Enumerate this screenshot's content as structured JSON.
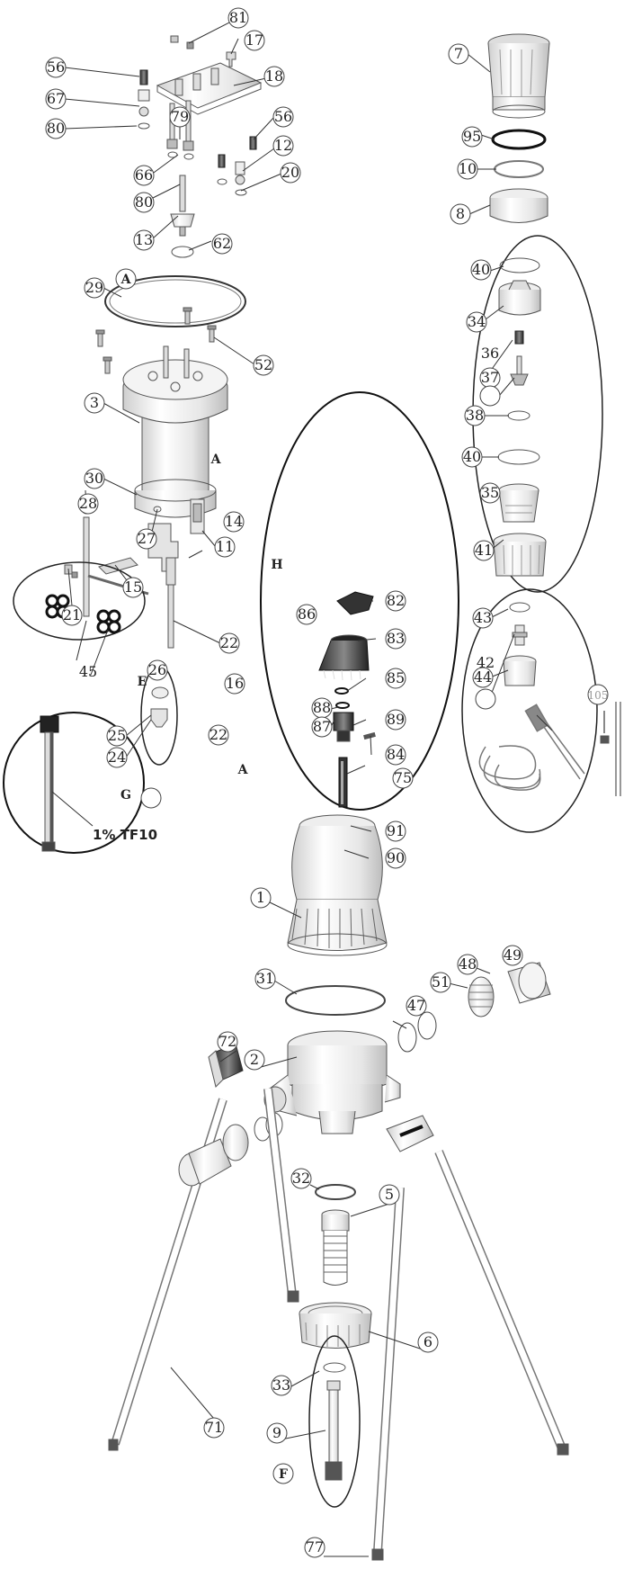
{
  "groups": {
    "a_top": "A",
    "a_mid": "A",
    "a_g": "A",
    "e": "E",
    "f": "F",
    "g": "G",
    "h": "H"
  },
  "detail_text": "1% TF10",
  "callouts": {
    "c81": "81",
    "c17": "17",
    "c18": "18",
    "c56a": "56",
    "c67": "67",
    "c80a": "80",
    "c79": "79",
    "c66": "66",
    "c80b": "80",
    "c56b": "56",
    "c12": "12",
    "c20": "20",
    "c13": "13",
    "c62": "62",
    "c29": "29",
    "c52": "52",
    "c3": "3",
    "c30": "30",
    "c28": "28",
    "c27": "27",
    "c14": "14",
    "c21": "21",
    "c15": "15",
    "c11": "11",
    "c22a": "22",
    "c16": "16",
    "c26": "26",
    "c45": "45",
    "c25": "25",
    "c24": "24",
    "c22b": "22",
    "c7": "7",
    "c95": "95",
    "c10": "10",
    "c8": "8",
    "c40a": "40",
    "c34": "34",
    "c37": "37",
    "c36": "36",
    "c38": "38",
    "c40b": "40",
    "c35": "35",
    "c41": "41",
    "c43": "43",
    "c44": "44",
    "c42": "42",
    "c105": "105",
    "c75": "75",
    "c82": "82",
    "c83": "83",
    "c88": "88",
    "c85": "85",
    "c87": "87",
    "c89": "89",
    "c84": "84",
    "c86": "86",
    "c91": "91",
    "c90": "90",
    "c1": "1",
    "c31": "31",
    "c49": "49",
    "c48": "48",
    "c51": "51",
    "c47": "47",
    "c72": "72",
    "c2": "2",
    "c32": "32",
    "c5": "5",
    "c6": "6",
    "c71": "71",
    "c33": "33",
    "c9": "9",
    "c77": "77"
  },
  "colors": {
    "line": "#555555",
    "light": "#9a9a9a",
    "dark": "#111111",
    "paper": "#ffffff"
  }
}
